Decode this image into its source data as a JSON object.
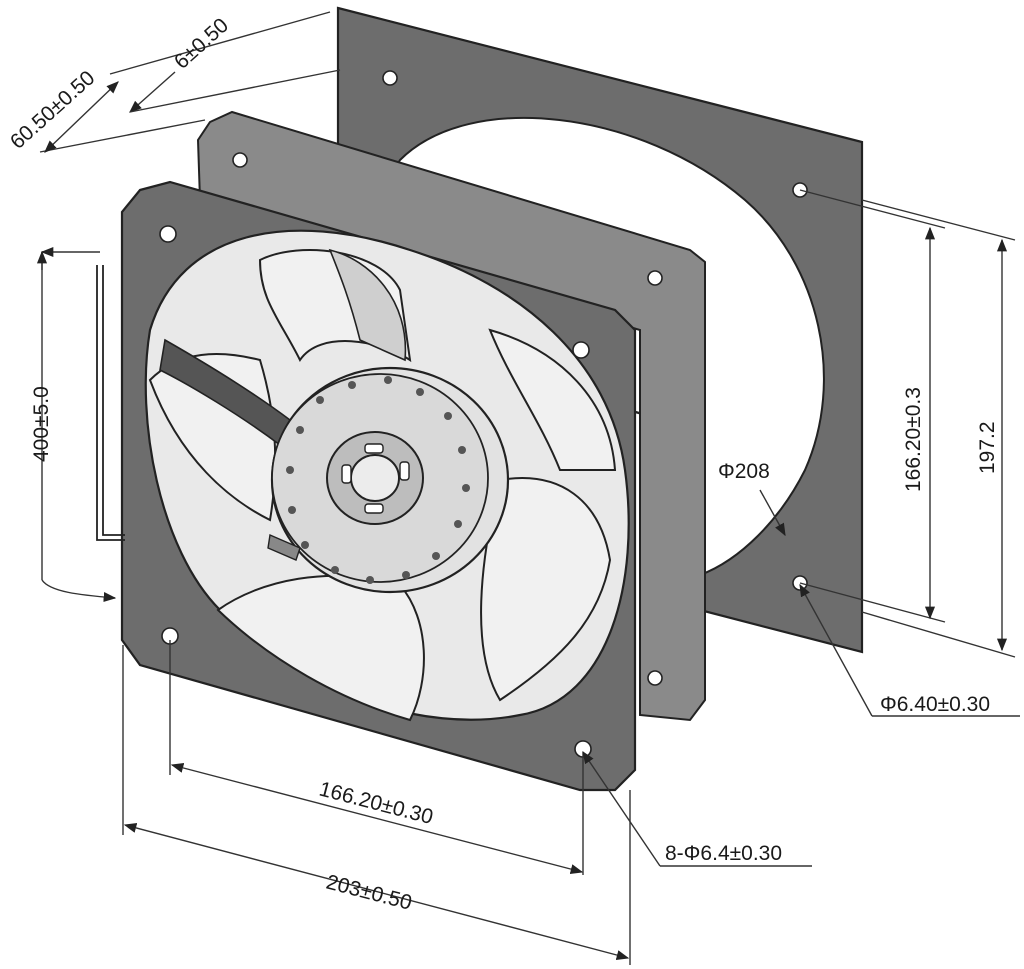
{
  "dimensions": {
    "depth": "60.50±0.50",
    "flange": "6±0.50",
    "cable_length": "400±5.0",
    "hole_spacing_front": "166.20±0.30",
    "overall_width": "203±0.50",
    "holes_front": "8-Φ6.4±0.30",
    "hole_spacing_side": "166.20±0.3",
    "overall_height": "197.2",
    "cutout_diameter": "Φ208",
    "panel_hole": "Φ6.40±0.30"
  }
}
